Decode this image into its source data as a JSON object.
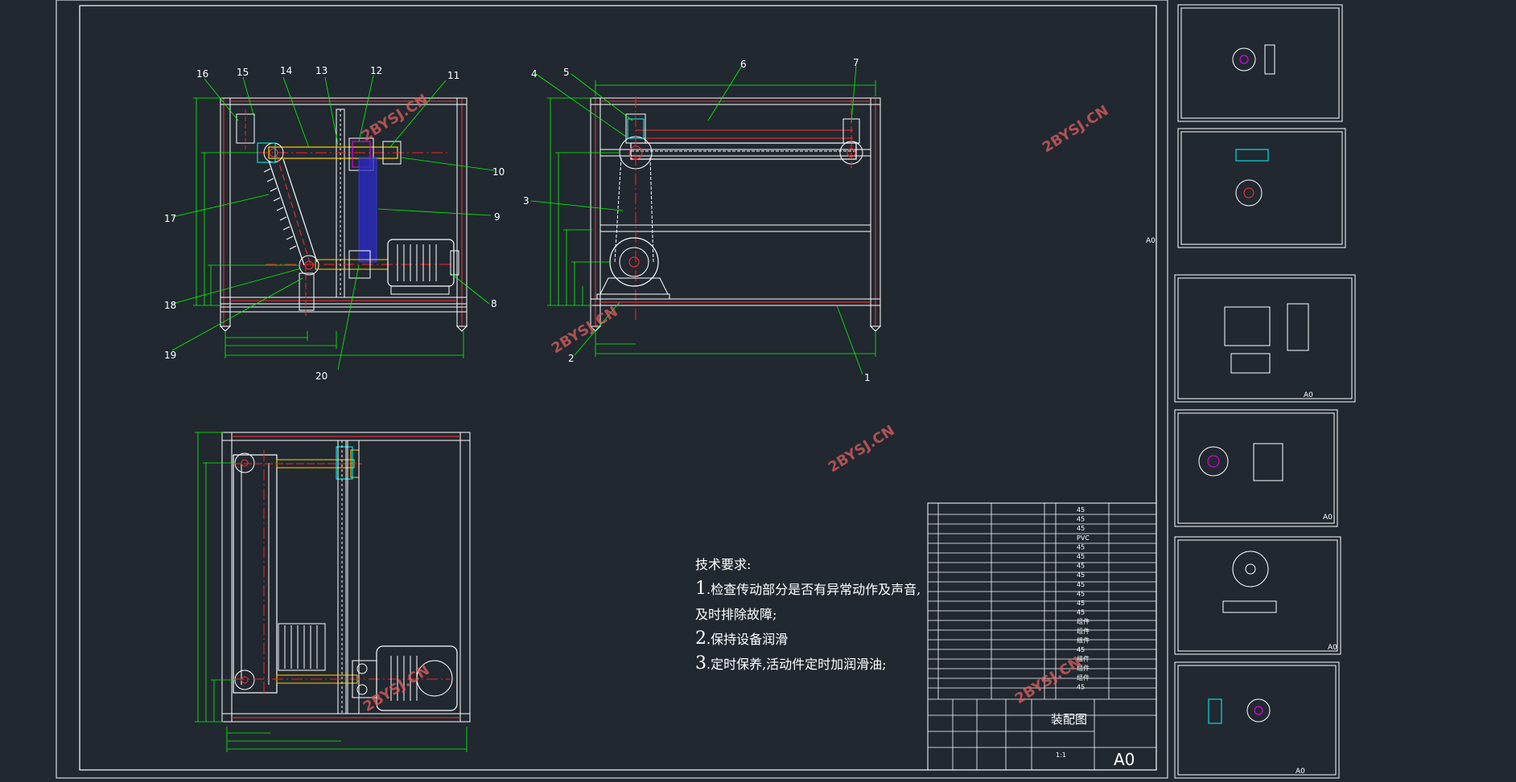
{
  "drawing": {
    "callouts_front": [
      "16",
      "15",
      "14",
      "13",
      "12",
      "11",
      "10",
      "9",
      "8",
      "20",
      "19",
      "18",
      "17"
    ],
    "callouts_side": [
      "4",
      "5",
      "6",
      "7",
      "3",
      "2",
      "1"
    ],
    "watermark": "2BYSJ.CN",
    "technical_requirements": {
      "heading": "技术要求:",
      "items": [
        {
          "num": "1",
          "text": ".检查传动部分是否有异常动作及声音,"
        },
        {
          "num": "",
          "text": "及时排除故障;"
        },
        {
          "num": "2",
          "text": ".保持设备润滑"
        },
        {
          "num": "3",
          "text": ".定时保养,活动件定时加润滑油;"
        }
      ]
    },
    "title_block": {
      "drawing_name": "装配图",
      "sheet_size": "A0",
      "scale": "1:1",
      "bom_materials": [
        "45",
        "45",
        "45",
        "PVC",
        "45",
        "45",
        "45",
        "45",
        "45",
        "45",
        "45",
        "45",
        "组件",
        "组件",
        "组件",
        "45",
        "组件",
        "组件",
        "组件",
        "45"
      ]
    },
    "thumbnail_sizes": [
      "A0",
      "A0",
      "A0",
      "A0",
      "A0"
    ],
    "colors": {
      "background": "#212830",
      "frame": "#ffffff",
      "dimension": "#00ff00",
      "centerline": "#ff2020",
      "hidden": "#ff3030",
      "shaft": "#ffd000",
      "belt": "#4040ff",
      "bearing": "#ff00ff",
      "cyan": "#00ffff"
    }
  }
}
